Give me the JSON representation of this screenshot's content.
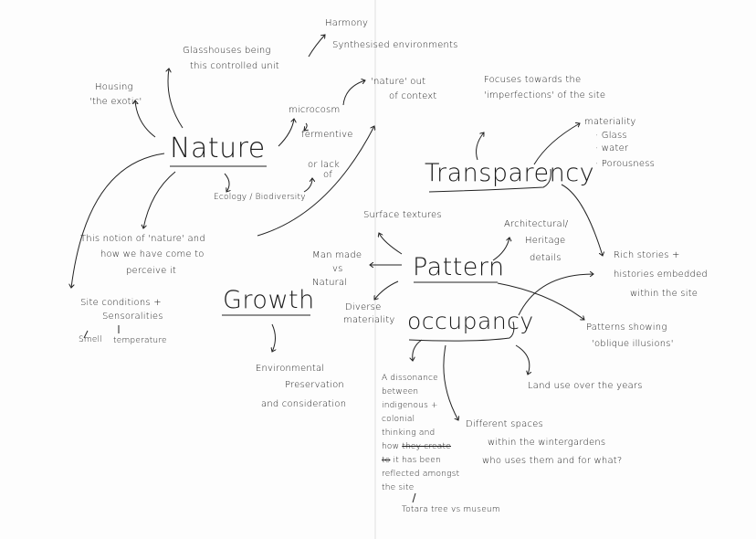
{
  "mindmap": {
    "central_topics": {
      "nature": "Nature",
      "transparency": "Transparency",
      "pattern": "Pattern",
      "growth": "Growth",
      "occupancy": "occupancy"
    },
    "nature_notes": {
      "harmony": "Harmony",
      "synthesised": "Synthesised environments",
      "glasshouses_1": "Glasshouses being",
      "glasshouses_2": "this controlled unit",
      "housing_1": "Housing",
      "housing_2": "'the exotic'",
      "microcosm": "microcosm",
      "fermentive": "fermentive",
      "out_of_context_1": "'nature' out",
      "out_of_context_2": "of context",
      "or_lack_1": "or lack",
      "or_lack_2": "of",
      "ecology": "Ecology / Biodiversity",
      "notion_1": "This notion of 'nature' and",
      "notion_2": "how we have come to",
      "notion_3": "perceive it",
      "site_1": "Site conditions +",
      "site_2": "Sensoralities",
      "smell": "Smell",
      "temperature": "temperature"
    },
    "transparency_notes": {
      "focuses_1": "Focuses towards the",
      "focuses_2": "'imperfections' of the site",
      "materiality": "materiality",
      "glass": "· Glass",
      "water": "· water",
      "porousness": "· Porousness",
      "rich_1": "Rich stories +",
      "rich_2": "histories embedded",
      "rich_3": "within the site"
    },
    "pattern_notes": {
      "surface": "Surface textures",
      "arch_1": "Architectural/",
      "arch_2": "Heritage",
      "arch_3": "details",
      "manmade_1": "Man made",
      "manmade_2": "vs",
      "manmade_3": "Natural",
      "diverse_1": "Diverse",
      "diverse_2": "materiality",
      "patterns_1": "Patterns showing",
      "patterns_2": "'oblique illusions'"
    },
    "growth_notes": {
      "env_1": "Environmental",
      "env_2": "Preservation",
      "env_3": "and consideration"
    },
    "occupancy_notes": {
      "dissonance": [
        "A dissonance",
        "between",
        "indigenous +",
        "colonial",
        "thinking and"
      ],
      "how": "how",
      "struck_1": "they create",
      "struck_2": "to",
      "dissonance_rest": [
        "it has been",
        "reflected amongst",
        "the site"
      ],
      "totara": "Totara tree vs museum",
      "land_use": "Land use over the years",
      "spaces_1": "Different spaces",
      "spaces_2": "within the wintergardens",
      "spaces_3": "who uses them and for what?"
    }
  }
}
